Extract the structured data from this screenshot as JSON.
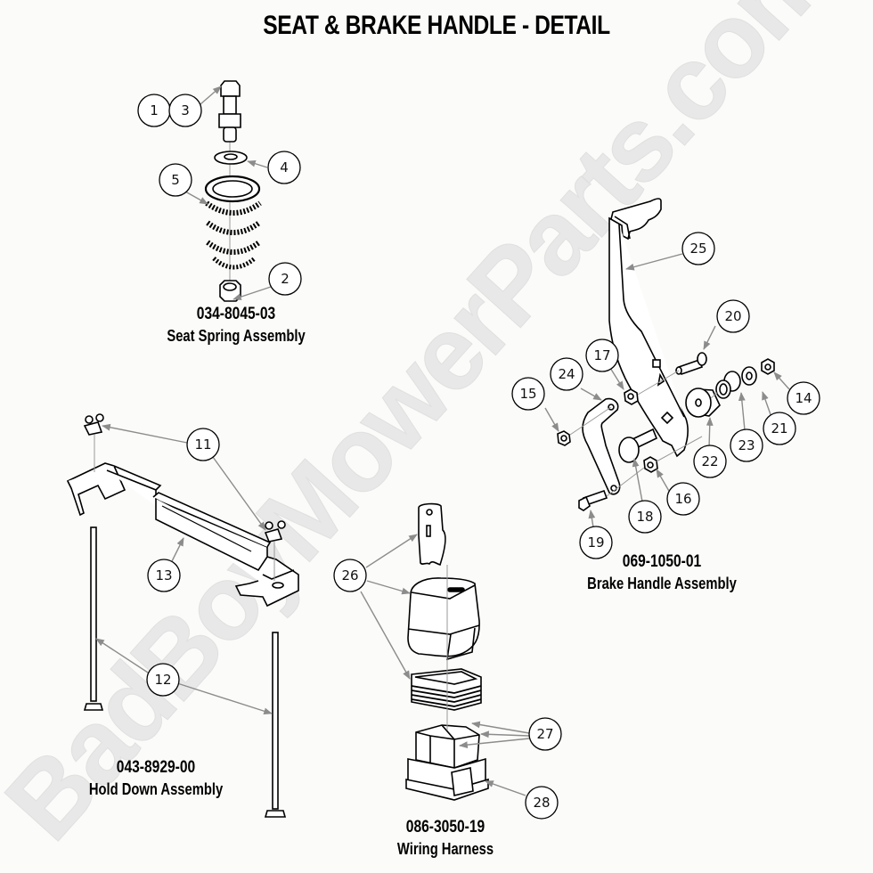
{
  "title": "SEAT & BRAKE HANDLE - DETAIL",
  "watermark": "BadBoyMowerParts.com",
  "colors": {
    "background": "#fbfbf9",
    "ink": "#000000",
    "leader": "#8c8c8c",
    "watermark": "#e6e6e6"
  },
  "assemblies": [
    {
      "id": "seat-spring",
      "part_number": "034-8045-03",
      "name": "Seat Spring Assembly",
      "callouts": [
        "1",
        "3",
        "4",
        "5",
        "2"
      ]
    },
    {
      "id": "brake-handle",
      "part_number": "069-1050-01",
      "name": "Brake Handle Assembly",
      "callouts": [
        "25",
        "20",
        "17",
        "24",
        "15",
        "14",
        "21",
        "23",
        "22",
        "16",
        "18",
        "19"
      ]
    },
    {
      "id": "hold-down",
      "part_number": "043-8929-00",
      "name": "Hold Down Assembly",
      "callouts": [
        "11",
        "13",
        "12"
      ]
    },
    {
      "id": "wiring-harness",
      "part_number": "086-3050-19",
      "name": "Wiring Harness",
      "callouts": [
        "26",
        "27",
        "28"
      ]
    }
  ],
  "callouts": {
    "c1": "1",
    "c3": "3",
    "c4": "4",
    "c5": "5",
    "c2": "2",
    "c11": "11",
    "c12": "12",
    "c13": "13",
    "c14": "14",
    "c15": "15",
    "c16": "16",
    "c17": "17",
    "c18": "18",
    "c19": "19",
    "c20": "20",
    "c21": "21",
    "c22": "22",
    "c23": "23",
    "c24": "24",
    "c25": "25",
    "c26": "26",
    "c27": "27",
    "c28": "28"
  }
}
